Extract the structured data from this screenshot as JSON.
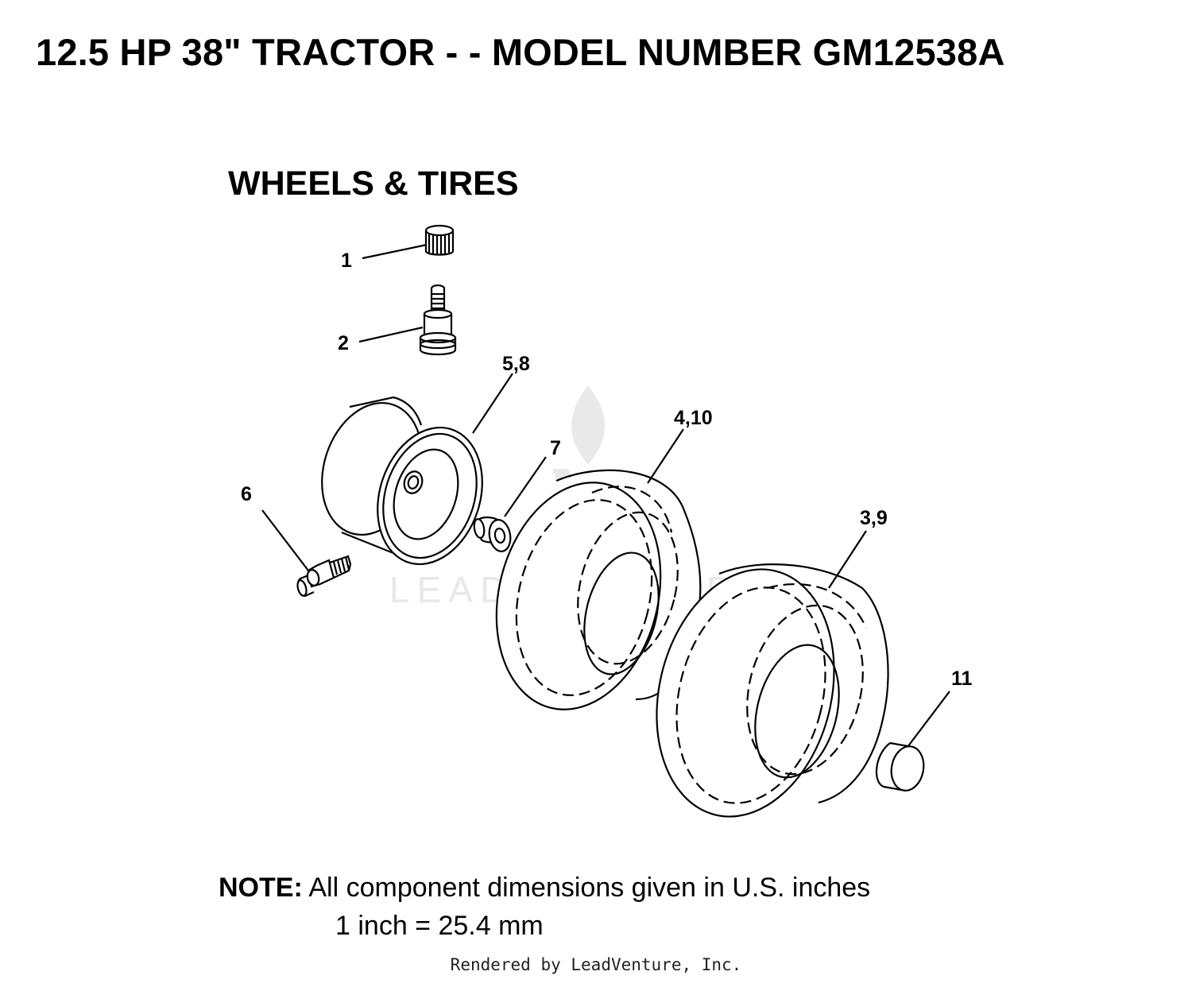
{
  "header": {
    "title": "12.5 HP 38\" TRACTOR - - MODEL NUMBER GM12538A"
  },
  "section": {
    "title": "WHEELS & TIRES"
  },
  "callouts": {
    "c1": "1",
    "c2": "2",
    "c58": "5,8",
    "c6": "6",
    "c7": "7",
    "c410": "4,10",
    "c39": "3,9",
    "c11": "11"
  },
  "watermark": {
    "text": "LEADVENTURE",
    "color": "#e8e8e8"
  },
  "note": {
    "label": "NOTE:",
    "line1": "All component dimensions given in U.S. inches",
    "line2": "1 inch = 25.4 mm"
  },
  "footer": {
    "text": "Rendered by LeadVenture, Inc."
  }
}
